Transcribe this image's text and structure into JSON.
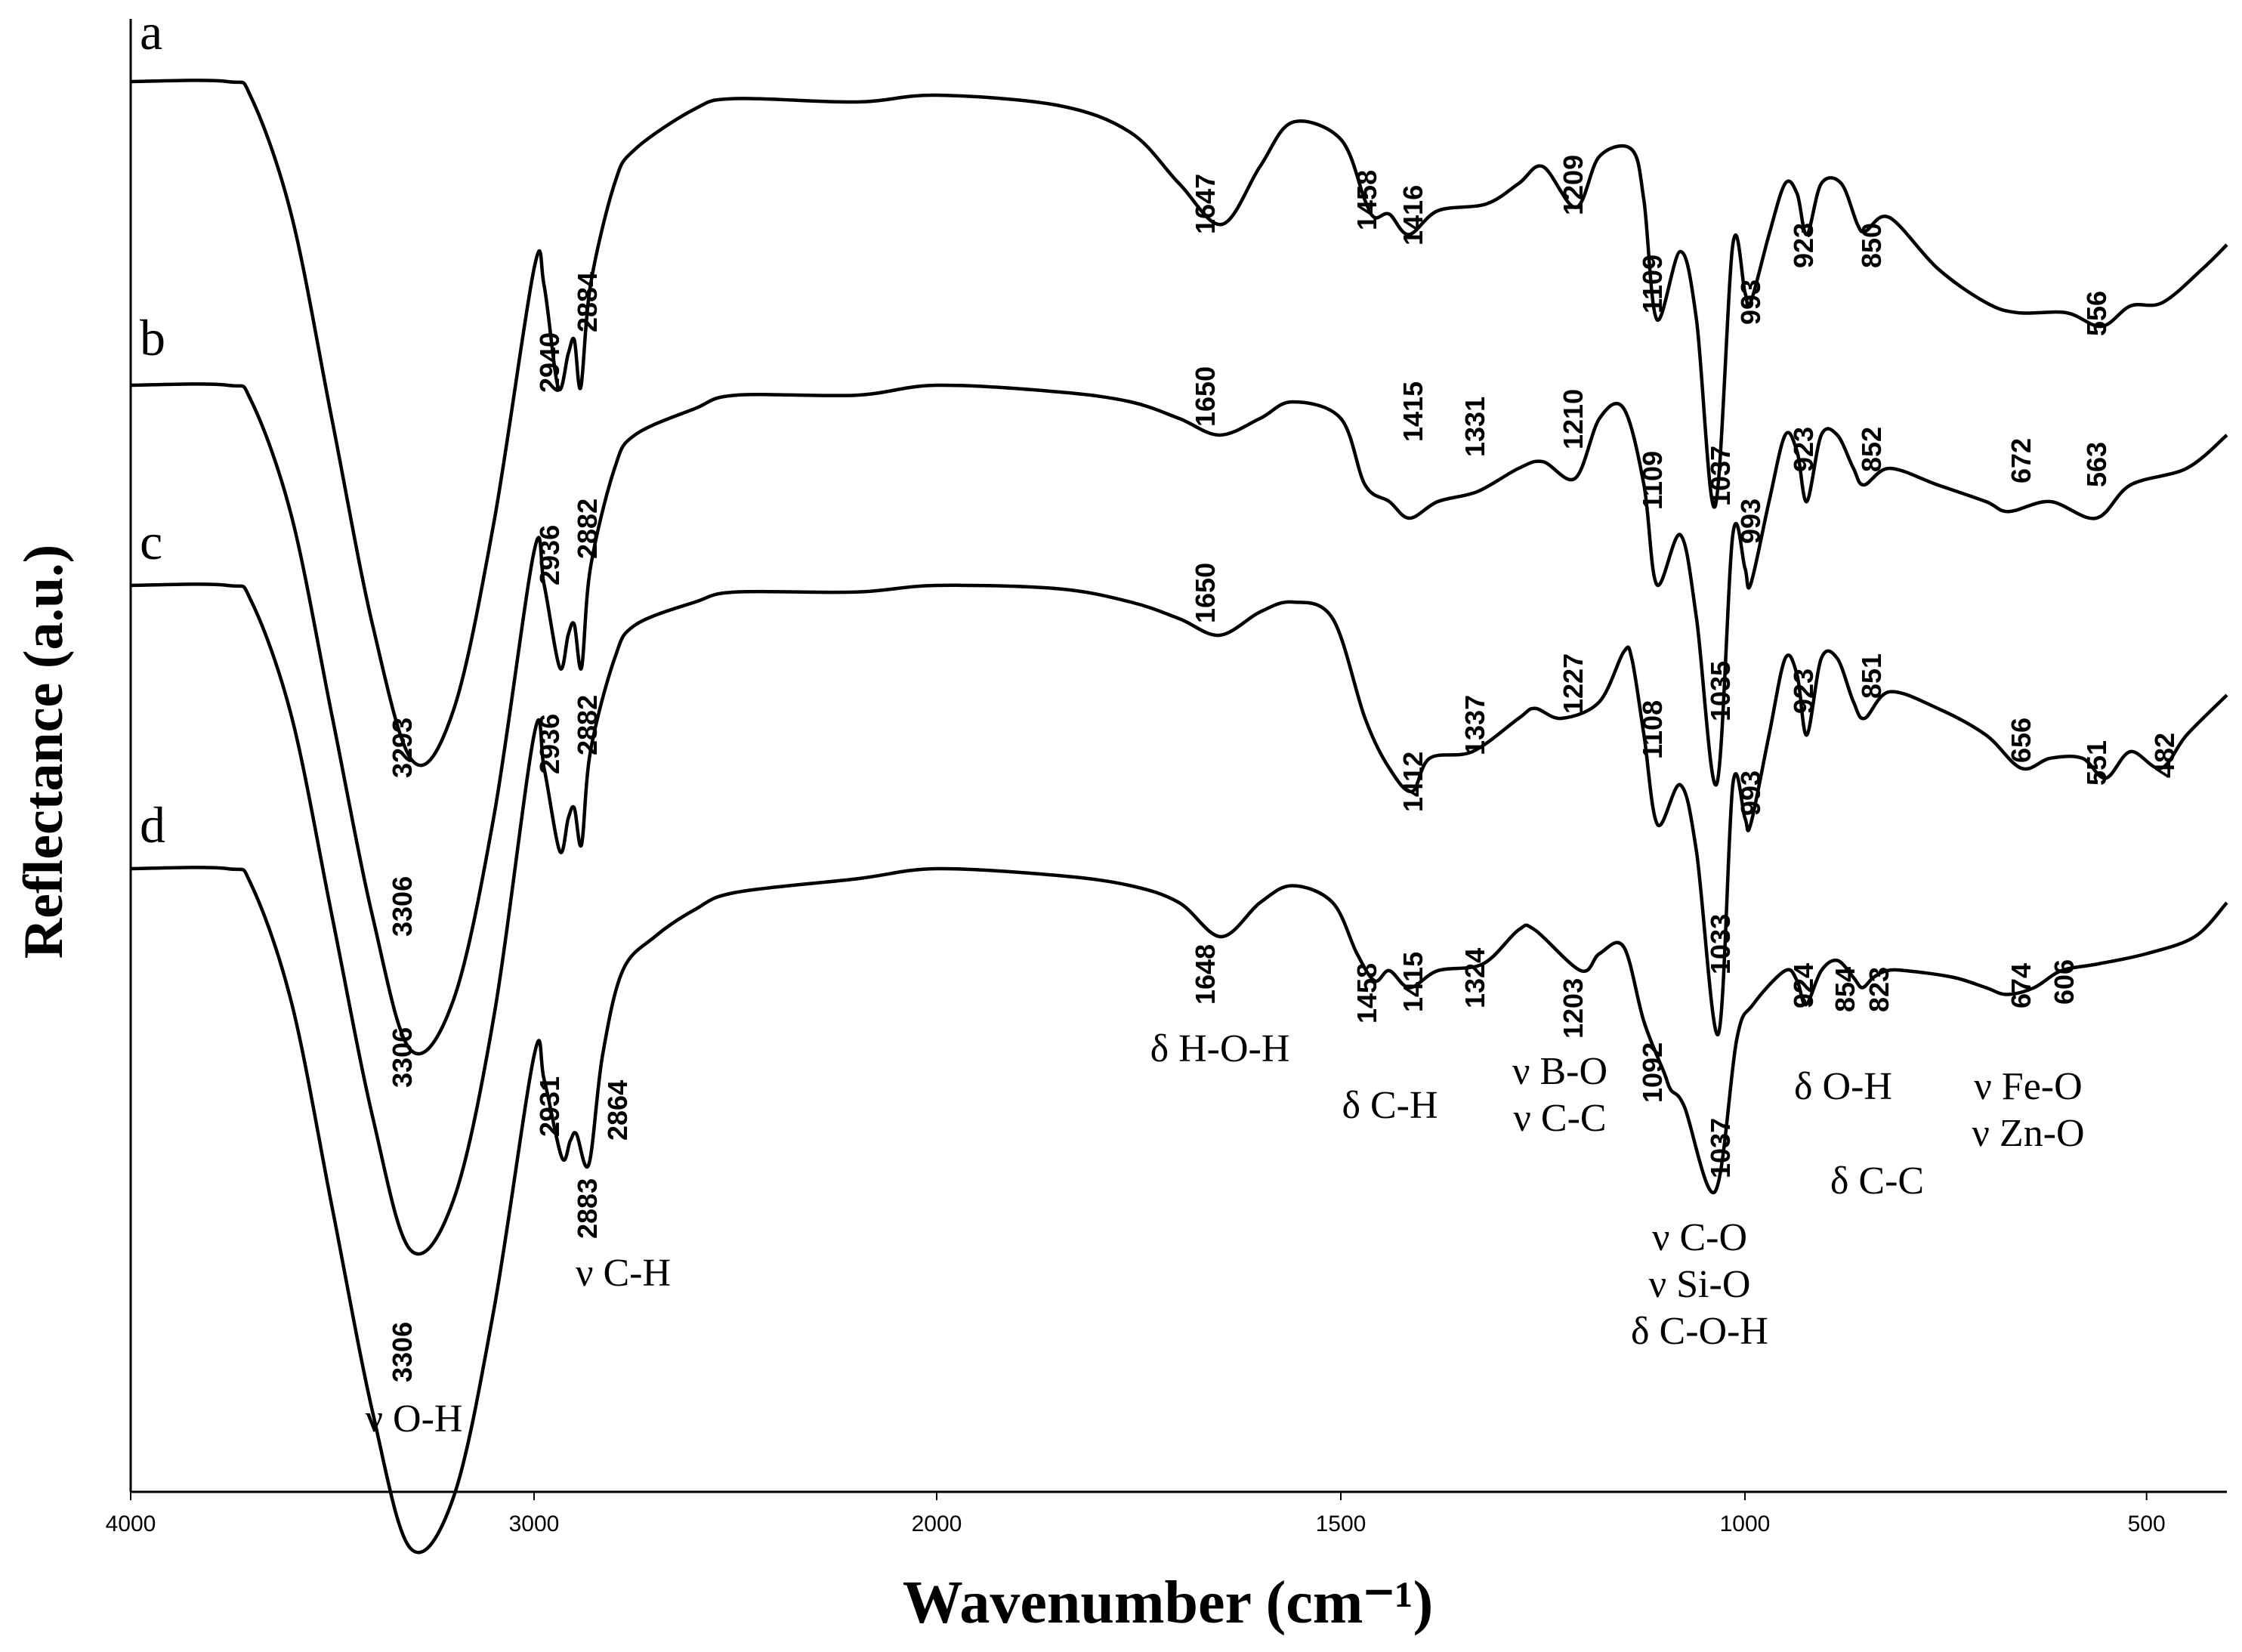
{
  "chart_data": {
    "type": "line",
    "xlabel": "Wavenumber (cm⁻¹)",
    "ylabel": "Reflectance (a.u.)",
    "xlim": [
      4000,
      400
    ],
    "x_reversed": true,
    "x_ticks": [
      "4000",
      "3000",
      "2000",
      "1500",
      "1000",
      "500"
    ],
    "grid": false,
    "series": [
      {
        "name": "a",
        "points": [
          [
            4000,
            0.0
          ],
          [
            3760,
            0.0
          ],
          [
            3700,
            -0.05
          ],
          [
            3600,
            -0.4
          ],
          [
            3500,
            -1.0
          ],
          [
            3400,
            -1.6
          ],
          [
            3300,
            -2.0
          ],
          [
            3200,
            -1.85
          ],
          [
            3100,
            -1.3
          ],
          [
            3000,
            -0.55
          ],
          [
            2975,
            -0.6
          ],
          [
            2940,
            -0.9
          ],
          [
            2915,
            -0.8
          ],
          [
            2900,
            -0.76
          ],
          [
            2884,
            -0.9
          ],
          [
            2860,
            -0.6
          ],
          [
            2800,
            -0.3
          ],
          [
            2750,
            -0.2
          ],
          [
            2600,
            -0.08
          ],
          [
            2500,
            -0.05
          ],
          [
            2200,
            -0.06
          ],
          [
            2000,
            -0.04
          ],
          [
            1850,
            -0.07
          ],
          [
            1760,
            -0.15
          ],
          [
            1700,
            -0.3
          ],
          [
            1647,
            -0.42
          ],
          [
            1600,
            -0.25
          ],
          [
            1560,
            -0.12
          ],
          [
            1500,
            -0.17
          ],
          [
            1470,
            -0.35
          ],
          [
            1458,
            -0.4
          ],
          [
            1440,
            -0.39
          ],
          [
            1416,
            -0.45
          ],
          [
            1380,
            -0.38
          ],
          [
            1320,
            -0.36
          ],
          [
            1280,
            -0.3
          ],
          [
            1250,
            -0.25
          ],
          [
            1209,
            -0.37
          ],
          [
            1180,
            -0.22
          ],
          [
            1140,
            -0.2
          ],
          [
            1125,
            -0.35
          ],
          [
            1109,
            -0.7
          ],
          [
            1080,
            -0.5
          ],
          [
            1060,
            -0.7
          ],
          [
            1037,
            -1.25
          ],
          [
            1015,
            -0.48
          ],
          [
            1000,
            -0.62
          ],
          [
            993,
            -0.65
          ],
          [
            970,
            -0.45
          ],
          [
            950,
            -0.3
          ],
          [
            935,
            -0.33
          ],
          [
            923,
            -0.45
          ],
          [
            905,
            -0.3
          ],
          [
            880,
            -0.3
          ],
          [
            860,
            -0.42
          ],
          [
            850,
            -0.44
          ],
          [
            820,
            -0.4
          ],
          [
            760,
            -0.55
          ],
          [
            700,
            -0.65
          ],
          [
            660,
            -0.68
          ],
          [
            600,
            -0.68
          ],
          [
            556,
            -0.72
          ],
          [
            520,
            -0.66
          ],
          [
            480,
            -0.65
          ],
          [
            430,
            -0.55
          ],
          [
            400,
            -0.48
          ]
        ]
      },
      {
        "name": "b",
        "points": [
          [
            4000,
            0.0
          ],
          [
            3760,
            0.0
          ],
          [
            3700,
            -0.05
          ],
          [
            3600,
            -0.4
          ],
          [
            3500,
            -1.0
          ],
          [
            3400,
            -1.6
          ],
          [
            3306,
            -2.0
          ],
          [
            3200,
            -1.85
          ],
          [
            3100,
            -1.3
          ],
          [
            3000,
            -0.5
          ],
          [
            2975,
            -0.6
          ],
          [
            2936,
            -0.85
          ],
          [
            2915,
            -0.75
          ],
          [
            2900,
            -0.72
          ],
          [
            2882,
            -0.85
          ],
          [
            2860,
            -0.55
          ],
          [
            2800,
            -0.25
          ],
          [
            2750,
            -0.15
          ],
          [
            2600,
            -0.07
          ],
          [
            2500,
            -0.03
          ],
          [
            2200,
            -0.03
          ],
          [
            2000,
            0.0
          ],
          [
            1850,
            -0.02
          ],
          [
            1760,
            -0.05
          ],
          [
            1700,
            -0.1
          ],
          [
            1650,
            -0.15
          ],
          [
            1600,
            -0.1
          ],
          [
            1560,
            -0.05
          ],
          [
            1500,
            -0.1
          ],
          [
            1470,
            -0.3
          ],
          [
            1440,
            -0.35
          ],
          [
            1415,
            -0.4
          ],
          [
            1380,
            -0.35
          ],
          [
            1331,
            -0.32
          ],
          [
            1280,
            -0.25
          ],
          [
            1250,
            -0.23
          ],
          [
            1210,
            -0.28
          ],
          [
            1180,
            -0.1
          ],
          [
            1150,
            -0.07
          ],
          [
            1125,
            -0.3
          ],
          [
            1109,
            -0.6
          ],
          [
            1080,
            -0.45
          ],
          [
            1060,
            -0.7
          ],
          [
            1035,
            -1.2
          ],
          [
            1015,
            -0.45
          ],
          [
            1000,
            -0.55
          ],
          [
            993,
            -0.6
          ],
          [
            970,
            -0.35
          ],
          [
            950,
            -0.15
          ],
          [
            935,
            -0.2
          ],
          [
            923,
            -0.35
          ],
          [
            905,
            -0.15
          ],
          [
            885,
            -0.15
          ],
          [
            865,
            -0.25
          ],
          [
            852,
            -0.3
          ],
          [
            820,
            -0.25
          ],
          [
            760,
            -0.3
          ],
          [
            700,
            -0.35
          ],
          [
            672,
            -0.38
          ],
          [
            620,
            -0.35
          ],
          [
            563,
            -0.4
          ],
          [
            520,
            -0.3
          ],
          [
            450,
            -0.25
          ],
          [
            400,
            -0.15
          ]
        ]
      },
      {
        "name": "c",
        "points": [
          [
            4000,
            0.0
          ],
          [
            3760,
            0.0
          ],
          [
            3700,
            -0.05
          ],
          [
            3600,
            -0.4
          ],
          [
            3500,
            -1.0
          ],
          [
            3400,
            -1.6
          ],
          [
            3306,
            -2.0
          ],
          [
            3200,
            -1.85
          ],
          [
            3100,
            -1.3
          ],
          [
            3000,
            -0.45
          ],
          [
            2975,
            -0.55
          ],
          [
            2936,
            -0.8
          ],
          [
            2915,
            -0.7
          ],
          [
            2900,
            -0.67
          ],
          [
            2882,
            -0.78
          ],
          [
            2860,
            -0.5
          ],
          [
            2800,
            -0.22
          ],
          [
            2750,
            -0.12
          ],
          [
            2600,
            -0.05
          ],
          [
            2500,
            -0.02
          ],
          [
            2200,
            -0.02
          ],
          [
            2000,
            0.0
          ],
          [
            1850,
            -0.01
          ],
          [
            1760,
            -0.05
          ],
          [
            1700,
            -0.1
          ],
          [
            1650,
            -0.15
          ],
          [
            1600,
            -0.08
          ],
          [
            1560,
            -0.05
          ],
          [
            1510,
            -0.1
          ],
          [
            1470,
            -0.4
          ],
          [
            1440,
            -0.55
          ],
          [
            1412,
            -0.62
          ],
          [
            1390,
            -0.52
          ],
          [
            1337,
            -0.5
          ],
          [
            1280,
            -0.4
          ],
          [
            1260,
            -0.37
          ],
          [
            1227,
            -0.4
          ],
          [
            1180,
            -0.35
          ],
          [
            1150,
            -0.2
          ],
          [
            1140,
            -0.22
          ],
          [
            1125,
            -0.45
          ],
          [
            1108,
            -0.72
          ],
          [
            1080,
            -0.6
          ],
          [
            1060,
            -0.8
          ],
          [
            1033,
            -1.35
          ],
          [
            1015,
            -0.6
          ],
          [
            1000,
            -0.7
          ],
          [
            993,
            -0.72
          ],
          [
            970,
            -0.45
          ],
          [
            950,
            -0.22
          ],
          [
            935,
            -0.27
          ],
          [
            923,
            -0.45
          ],
          [
            905,
            -0.22
          ],
          [
            885,
            -0.22
          ],
          [
            865,
            -0.35
          ],
          [
            851,
            -0.4
          ],
          [
            820,
            -0.32
          ],
          [
            760,
            -0.37
          ],
          [
            700,
            -0.45
          ],
          [
            656,
            -0.55
          ],
          [
            620,
            -0.52
          ],
          [
            580,
            -0.52
          ],
          [
            551,
            -0.58
          ],
          [
            520,
            -0.5
          ],
          [
            482,
            -0.55
          ],
          [
            450,
            -0.45
          ],
          [
            400,
            -0.33
          ]
        ]
      },
      {
        "name": "d",
        "points": [
          [
            4000,
            0.0
          ],
          [
            3760,
            0.0
          ],
          [
            3700,
            -0.05
          ],
          [
            3600,
            -0.4
          ],
          [
            3500,
            -1.0
          ],
          [
            3400,
            -1.6
          ],
          [
            3306,
            -2.0
          ],
          [
            3200,
            -1.85
          ],
          [
            3100,
            -1.3
          ],
          [
            3000,
            -0.55
          ],
          [
            2975,
            -0.62
          ],
          [
            2931,
            -0.85
          ],
          [
            2910,
            -0.8
          ],
          [
            2895,
            -0.78
          ],
          [
            2864,
            -0.87
          ],
          [
            2830,
            -0.55
          ],
          [
            2780,
            -0.3
          ],
          [
            2700,
            -0.2
          ],
          [
            2600,
            -0.12
          ],
          [
            2500,
            -0.07
          ],
          [
            2200,
            -0.03
          ],
          [
            2000,
            0.0
          ],
          [
            1850,
            -0.02
          ],
          [
            1760,
            -0.05
          ],
          [
            1700,
            -0.1
          ],
          [
            1648,
            -0.2
          ],
          [
            1600,
            -0.1
          ],
          [
            1560,
            -0.05
          ],
          [
            1510,
            -0.1
          ],
          [
            1480,
            -0.25
          ],
          [
            1458,
            -0.33
          ],
          [
            1440,
            -0.3
          ],
          [
            1415,
            -0.35
          ],
          [
            1380,
            -0.3
          ],
          [
            1324,
            -0.28
          ],
          [
            1280,
            -0.18
          ],
          [
            1260,
            -0.18
          ],
          [
            1203,
            -0.3
          ],
          [
            1180,
            -0.25
          ],
          [
            1150,
            -0.23
          ],
          [
            1125,
            -0.45
          ],
          [
            1100,
            -0.6
          ],
          [
            1092,
            -0.65
          ],
          [
            1075,
            -0.7
          ],
          [
            1037,
            -0.95
          ],
          [
            1010,
            -0.5
          ],
          [
            990,
            -0.4
          ],
          [
            950,
            -0.3
          ],
          [
            935,
            -0.33
          ],
          [
            924,
            -0.4
          ],
          [
            905,
            -0.3
          ],
          [
            885,
            -0.27
          ],
          [
            865,
            -0.32
          ],
          [
            854,
            -0.35
          ],
          [
            840,
            -0.32
          ],
          [
            823,
            -0.3
          ],
          [
            800,
            -0.3
          ],
          [
            740,
            -0.32
          ],
          [
            700,
            -0.35
          ],
          [
            674,
            -0.37
          ],
          [
            640,
            -0.35
          ],
          [
            606,
            -0.3
          ],
          [
            560,
            -0.28
          ],
          [
            500,
            -0.25
          ],
          [
            440,
            -0.2
          ],
          [
            400,
            -0.1
          ]
        ]
      }
    ],
    "peak_labels": [
      {
        "series": "a",
        "labels": [
          "3293",
          "2940",
          "2884",
          "1647",
          "1458",
          "1416",
          "1209",
          "1109",
          "1037",
          "993",
          "923",
          "850",
          "556"
        ]
      },
      {
        "series": "b",
        "labels": [
          "3306",
          "2936",
          "2882",
          "1650",
          "1415",
          "1331",
          "1210",
          "1109",
          "1035",
          "993",
          "923",
          "852",
          "672",
          "563"
        ]
      },
      {
        "series": "c",
        "labels": [
          "3306",
          "2936",
          "2882",
          "1650",
          "1412",
          "1337",
          "1227",
          "1108",
          "1033",
          "993",
          "923",
          "851",
          "656",
          "551",
          "482"
        ]
      },
      {
        "series": "d",
        "labels": [
          "3306",
          "2931",
          "2883",
          "2864",
          "1648",
          "1458",
          "1415",
          "1324",
          "1203",
          "1092",
          "1037",
          "924",
          "854",
          "823",
          "674",
          "606"
        ]
      }
    ],
    "band_annotations": [
      {
        "lines": [
          "ν O-H"
        ]
      },
      {
        "lines": [
          "ν C-H"
        ]
      },
      {
        "lines": [
          "δ H-O-H"
        ]
      },
      {
        "lines": [
          "δ C-H"
        ]
      },
      {
        "lines": [
          "ν B-O",
          "ν C-C"
        ]
      },
      {
        "lines": [
          "ν C-O",
          "ν Si-O",
          "δ C-O-H"
        ]
      },
      {
        "lines": [
          "δ O-H"
        ]
      },
      {
        "lines": [
          "δ C-C"
        ]
      },
      {
        "lines": [
          "ν Fe-O",
          "ν Zn-O"
        ]
      }
    ]
  }
}
